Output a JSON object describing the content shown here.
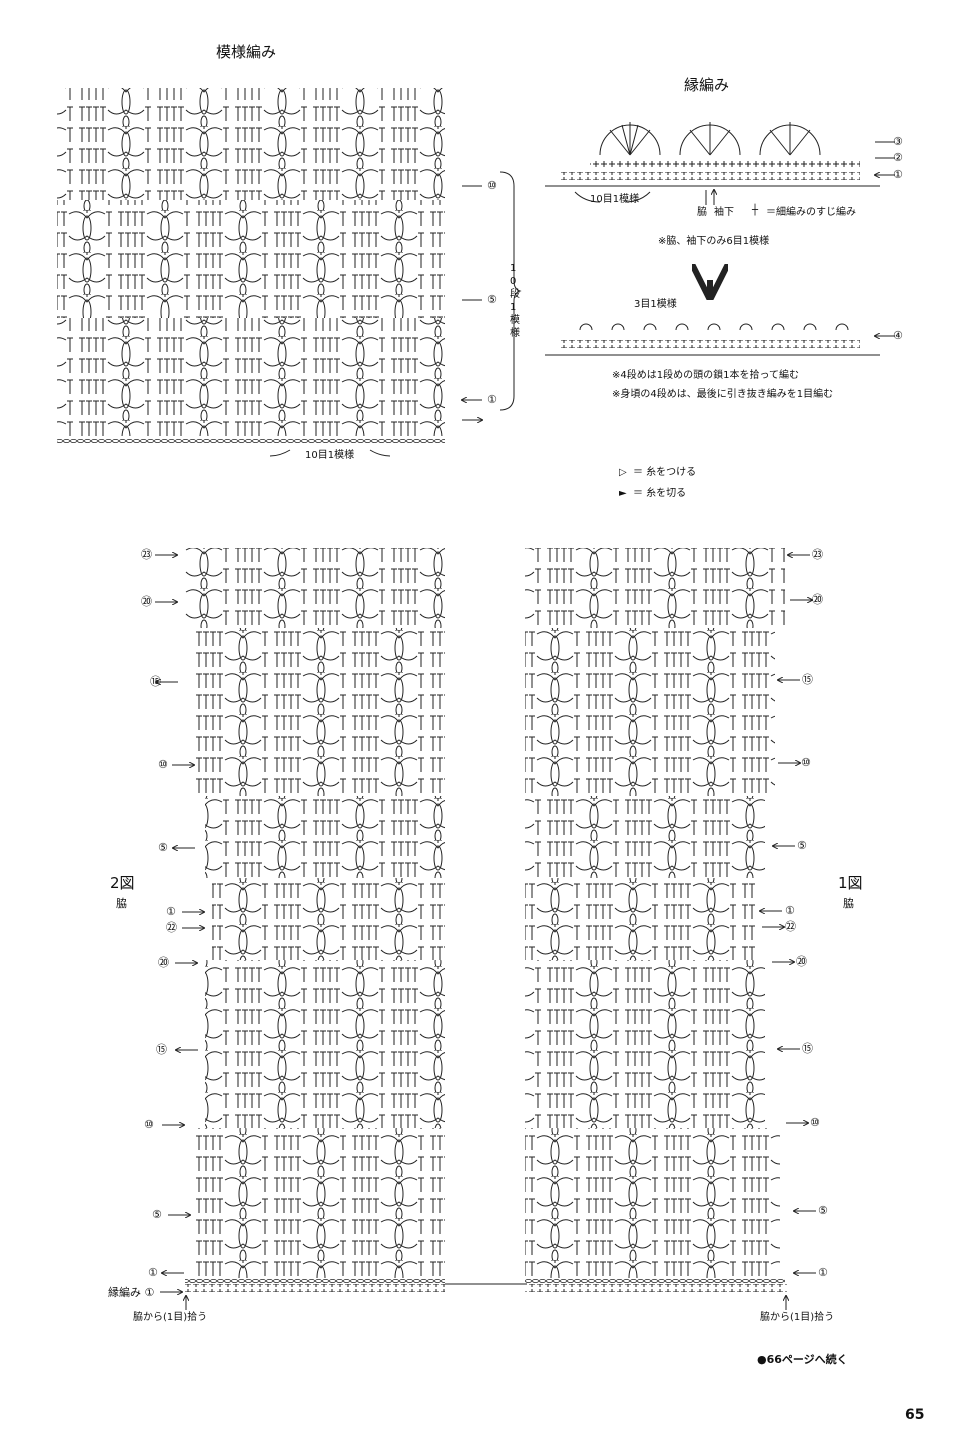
{
  "pattern_chart": {
    "title": "模様編み",
    "repeat_label": "10目1模様",
    "row_repeat_label": "10段1模様",
    "row_markers": [
      "⑩",
      "⑤",
      "①"
    ]
  },
  "edging_chart": {
    "title": "縁編み",
    "repeat_label": "10目1模様",
    "side_label": "脇",
    "sleeve_label": "袖下",
    "legend_symbol": "┼",
    "legend_text": "＝細編みのすじ編み",
    "note_1": "※脇、袖下のみ6目1模様",
    "row_markers": [
      "③",
      "②",
      "①",
      "④"
    ],
    "repeat_label_2": "3目1模様",
    "note_2": "※4段めは1段めの頭の鎖1本を拾って編む",
    "note_3": "※身頃の4段めは、最後に引き抜き編みを1目編む"
  },
  "legend": {
    "join_symbol": "▷",
    "join_text": "＝ 糸をつける",
    "cut_symbol": "►",
    "cut_text": "＝ 糸を切る"
  },
  "figure2": {
    "title": "2図",
    "subtitle": "脇",
    "row_markers": [
      "㉓",
      "⑳",
      "⑮",
      "⑩",
      "⑤",
      "①",
      "㉒",
      "⑳",
      "⑮",
      "⑩",
      "⑤",
      "①"
    ],
    "edging_label": "縁編み ①",
    "pickup_label": "脇から(1目)拾う"
  },
  "figure1": {
    "title": "1図",
    "subtitle": "脇",
    "row_markers": [
      "㉓",
      "⑳",
      "⑮",
      "⑩",
      "⑤",
      "①",
      "㉒",
      "⑳",
      "⑮",
      "⑩",
      "⑤",
      "①"
    ],
    "pickup_label": "脇から(1目)拾う"
  },
  "footer": {
    "continued": "●66ページへ続く",
    "page_number": "65"
  }
}
